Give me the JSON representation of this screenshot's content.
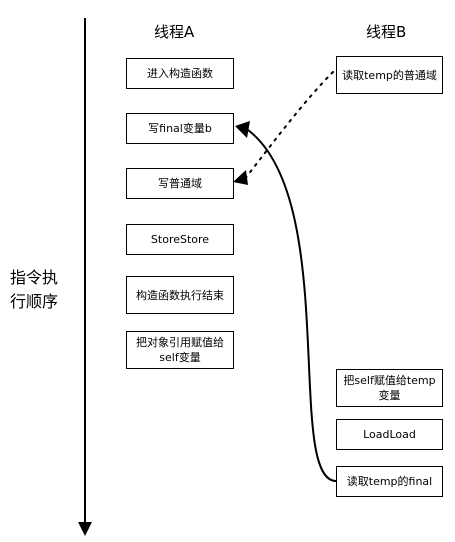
{
  "time_axis": {
    "label_line1": "指令执",
    "label_line2": "行顺序"
  },
  "thread_a": {
    "title": "线程A",
    "steps": [
      "进入构造函数",
      "写final变量b",
      "写普通域",
      "StoreStore",
      "构造函数执行结束",
      "把对象引用赋值给self变量"
    ]
  },
  "thread_b": {
    "title": "线程B",
    "steps": [
      "读取temp的普通域",
      "把self赋值给temp变量",
      "LoadLoad",
      "读取temp的final"
    ]
  }
}
